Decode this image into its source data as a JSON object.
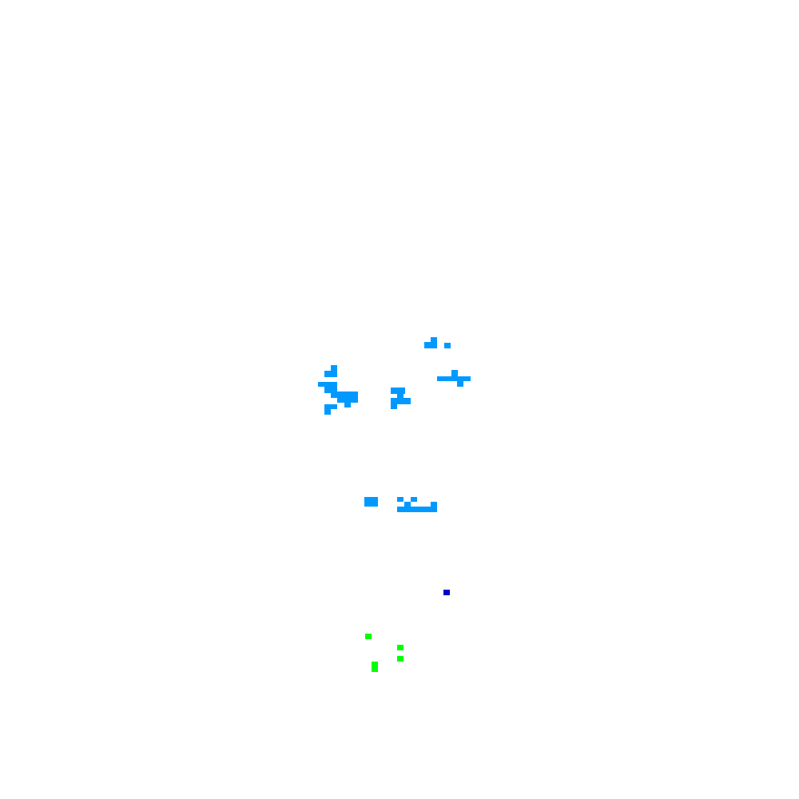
{
  "colors": {
    "background": "#ffffff",
    "blue_light": "#0099ff",
    "blue_dark": "#0000cc",
    "green": "#00ff00"
  },
  "pixel_groups": [
    {
      "name": "cyan-cluster-top",
      "color_key": "blue_light"
    },
    {
      "name": "cyan-cluster-left",
      "color_key": "blue_light"
    },
    {
      "name": "cyan-cluster-middle",
      "color_key": "blue_light"
    },
    {
      "name": "cyan-cluster-right",
      "color_key": "blue_light"
    },
    {
      "name": "cyan-cluster-lower",
      "color_key": "blue_light"
    },
    {
      "name": "blue-marker",
      "color_key": "blue_dark"
    },
    {
      "name": "green-cluster",
      "color_key": "green"
    }
  ]
}
